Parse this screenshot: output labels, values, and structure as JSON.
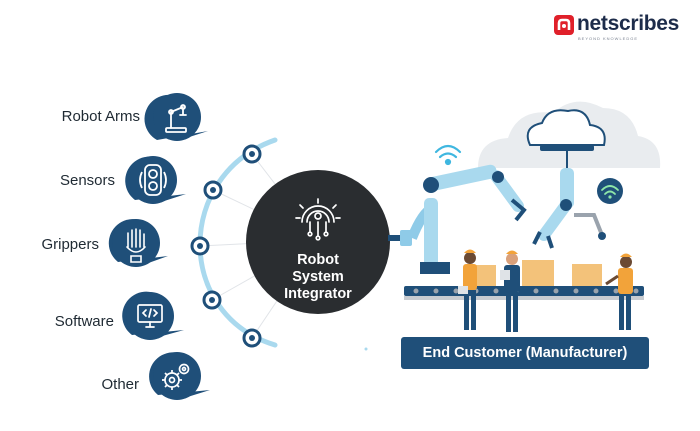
{
  "brand": {
    "name": "netscribes",
    "tagline": "BEYOND KNOWLEDGE"
  },
  "components": [
    {
      "label": "Robot Arms",
      "icon": "robot-arm-icon"
    },
    {
      "label": "Sensors",
      "icon": "sensor-icon"
    },
    {
      "label": "Grippers",
      "icon": "gripper-icon"
    },
    {
      "label": "Software",
      "icon": "software-monitor-icon"
    },
    {
      "label": "Other",
      "icon": "gears-icon"
    }
  ],
  "center": {
    "line1": "Robot",
    "line2": "System",
    "line3": "Integrator",
    "icon": "integrator-chip-icon"
  },
  "end_customer": {
    "label": "End Customer (Manufacturer)"
  },
  "colors": {
    "navy": "#1f4f79",
    "dark_circle": "#2a2d30",
    "arc": "#a9d9ee",
    "brand_red": "#e0202a"
  }
}
